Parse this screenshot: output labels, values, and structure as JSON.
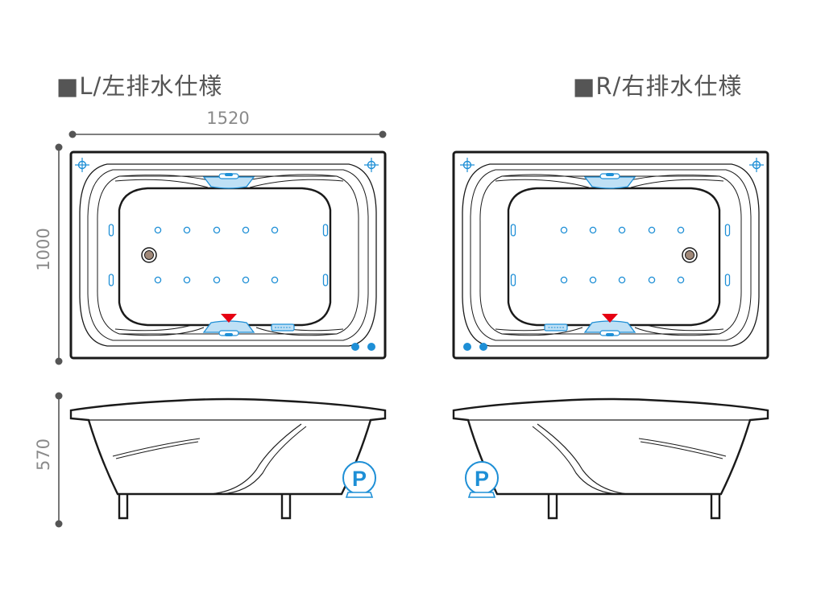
{
  "titles": {
    "left": "■L/左排水仕様",
    "right": "■R/右排水仕様"
  },
  "dimensions": {
    "width": "1520",
    "depth": "1000",
    "height": "570"
  },
  "pump_mark": "P",
  "colors": {
    "outline": "#1a1a1a",
    "accent_blue": "#1e8fd6",
    "light_blue": "#bfe0f5",
    "indicator_red": "#e60012",
    "dimension_gray": "#8a8a8a",
    "title_gray": "#555555"
  },
  "icons": [
    "target-icon",
    "pump-icon",
    "drain-icon",
    "arrow-down-icon"
  ]
}
